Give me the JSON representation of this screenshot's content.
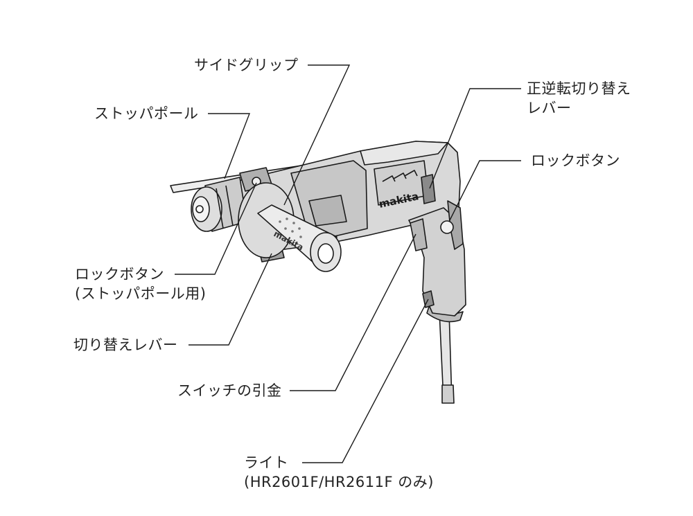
{
  "labels": {
    "side_grip": "サイドグリップ",
    "stopper_pole": "ストッパポール",
    "fwd_rev_lever_line1": "正逆転切り替え",
    "fwd_rev_lever_line2": "レバー",
    "lock_button": "ロックボタン",
    "lock_button_stopper_line1": "ロックボタン",
    "lock_button_stopper_line2": "(ストッパポール用)",
    "change_lever": "切り替えレバー",
    "switch_trigger": "スイッチの引金",
    "light_line1": "ライト",
    "light_line2": "(HR2601F/HR2611F のみ)"
  },
  "brand": {
    "body_logo": "makita",
    "grip_logo": "makita"
  },
  "colors": {
    "line": "#1a1a1a",
    "body": "#d9d9d9",
    "body_dark": "#a8a8a8",
    "grip": "#ececec",
    "text": "#222222"
  }
}
